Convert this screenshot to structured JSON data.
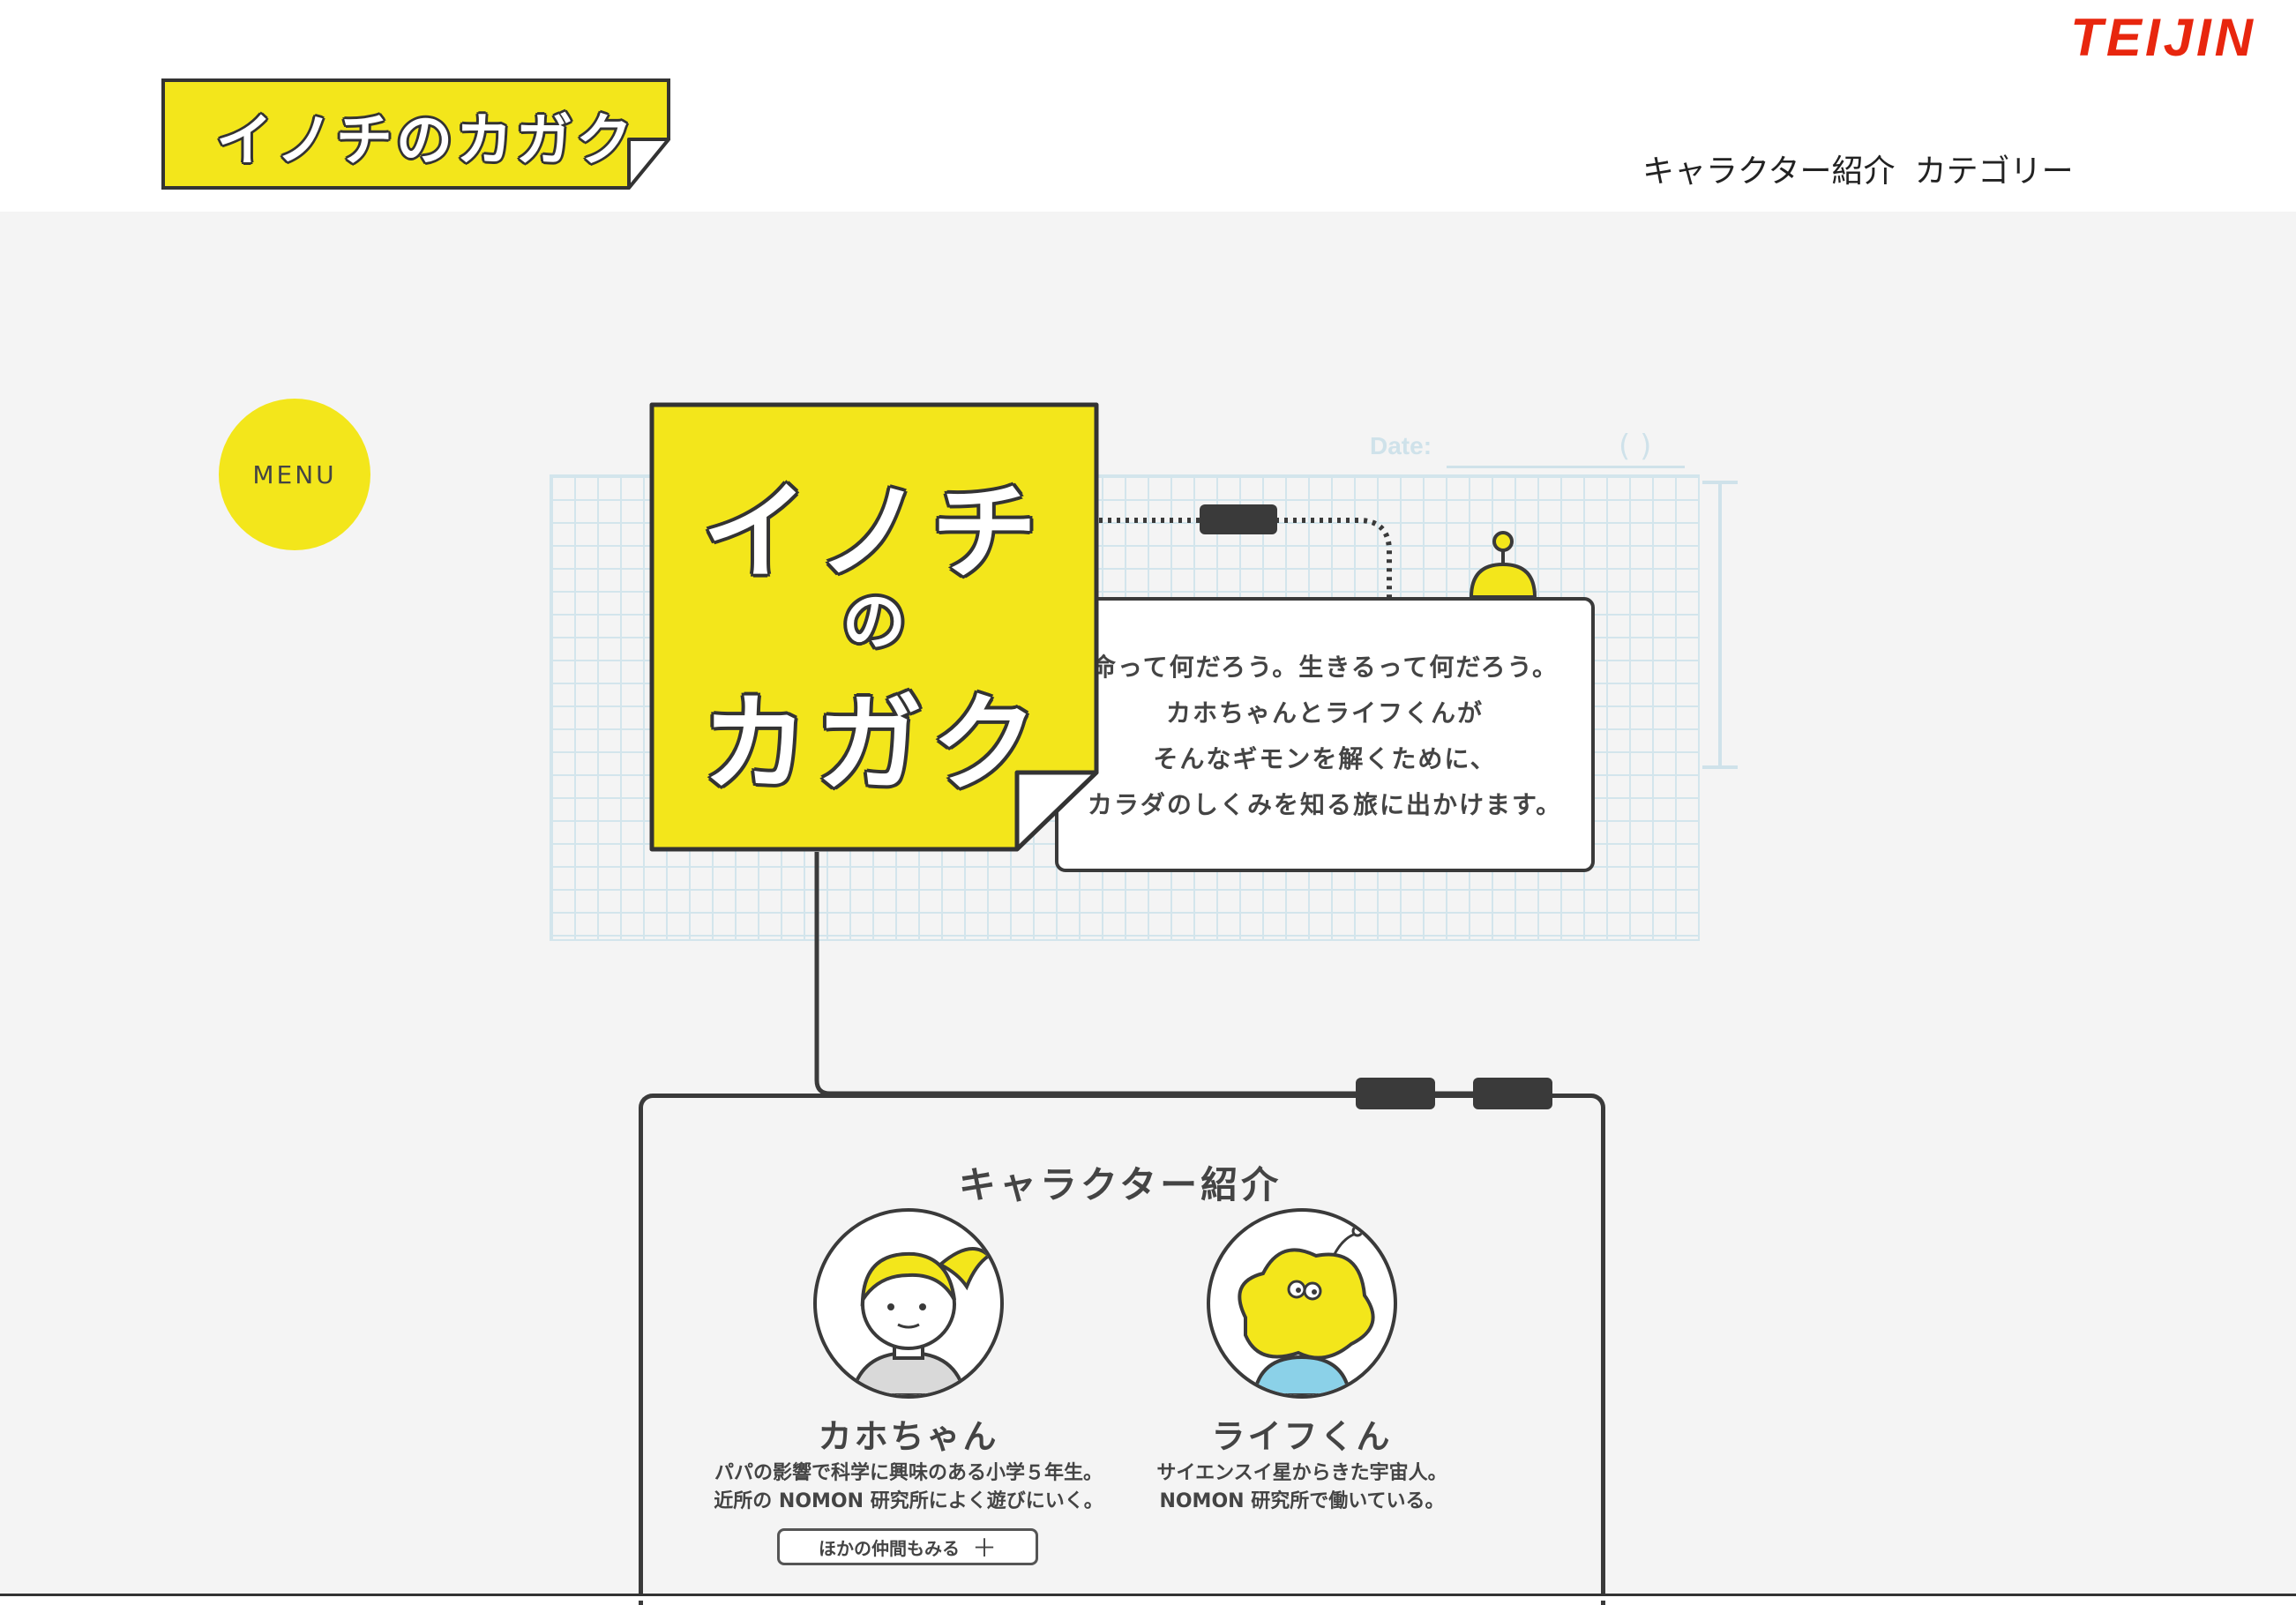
{
  "header": {
    "brand": "TEIJIN",
    "logo_text": "イノチのカガク",
    "nav": [
      "キャラクター紹介",
      "カテゴリー"
    ]
  },
  "menu_button": "MENU",
  "hero": {
    "title_line1": "イノチ",
    "title_line2": "の",
    "title_line3": "カガク",
    "date_label": "Date:",
    "date_parens": "(      )",
    "description": [
      "命って何だろう。生きるって何だろう。",
      "カホちゃんとライフくんが",
      "そんなギモンを解くために、",
      "カラダのしくみを知る旅に出かけます。"
    ]
  },
  "characters": {
    "heading": "キャラクター紹介",
    "items": [
      {
        "name": "カホちゃん",
        "desc1": "パパの影響で科学に興味のある小学５年生。",
        "desc2": "近所の NOMON 研究所によく遊びにいく。",
        "icon": "girl-avatar-icon"
      },
      {
        "name": "ライフくん",
        "desc1": "サイエンスイ星からきた宇宙人。",
        "desc2": "NOMON 研究所で働いている。",
        "icon": "alien-avatar-icon"
      }
    ],
    "more_button": "ほかの仲間もみる",
    "more_icon": "plus-icon"
  },
  "colors": {
    "accent_yellow": "#f3e61b",
    "brand_red": "#e8260e",
    "background_gray": "#f4f4f4",
    "line_dark": "#3a3a3a",
    "grid_blue": "#d3e5ec"
  }
}
